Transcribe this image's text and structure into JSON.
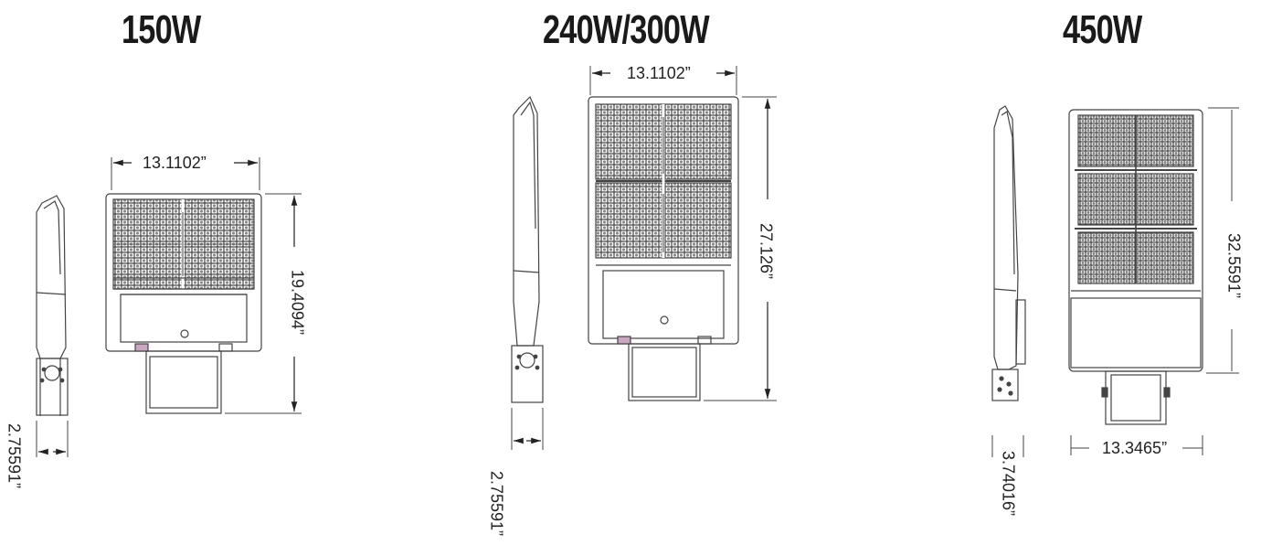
{
  "models": [
    {
      "title": "150W",
      "width_dim": "13.1102”",
      "height_dim": "19.4094”",
      "depth_dim": "2.75591”"
    },
    {
      "title": "240W/300W",
      "width_dim": "13.1102”",
      "height_dim": "27.126”",
      "depth_dim": "2.75591”"
    },
    {
      "title": "450W",
      "width_dim": "13.3465”",
      "height_dim": "32.5591”",
      "depth_dim": "3.74016”"
    }
  ]
}
